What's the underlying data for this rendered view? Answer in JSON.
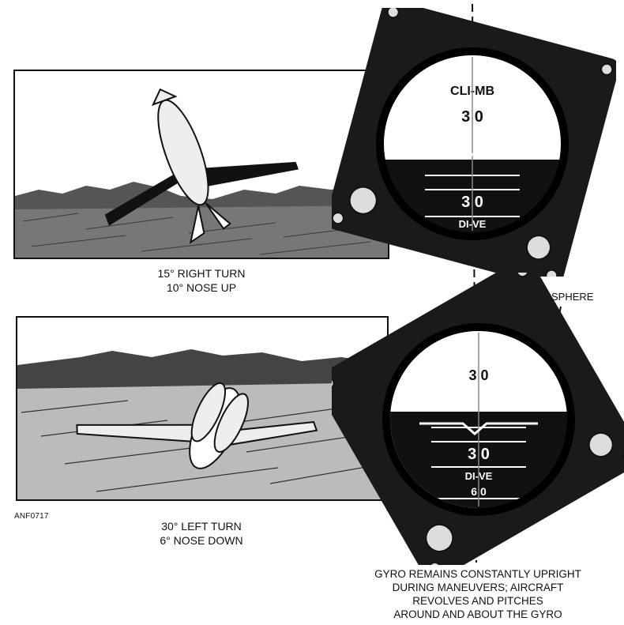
{
  "figure_id": "ANF0717",
  "panels": [
    {
      "id": "top",
      "caption_line1": "15° RIGHT TURN",
      "caption_line2": "10° NOSE  UP",
      "instrument": {
        "upper_label": "CLI-MB",
        "upper_numeral": "3 0",
        "lower_numeral": "3 0",
        "lower_label": "DI-VE",
        "bank_deg": 15
      }
    },
    {
      "id": "bottom",
      "caption_line1": "30° LEFT TURN",
      "caption_line2": "6° NOSE DOWN",
      "instrument": {
        "upper_numeral": "3 0",
        "lower_numeral": "3 0",
        "lower_label": "DI-VE",
        "bottom_numeral": "6 0",
        "bank_deg": -30
      }
    }
  ],
  "callout": {
    "sphere": "SPHERE"
  },
  "gyro_note": {
    "line1": "GYRO REMAINS CONSTANTLY UPRIGHT",
    "line2": "DURING MANEUVERS; AIRCRAFT",
    "line3": "REVOLVES AND PITCHES",
    "line4": "AROUND AND ABOUT THE GYRO"
  }
}
